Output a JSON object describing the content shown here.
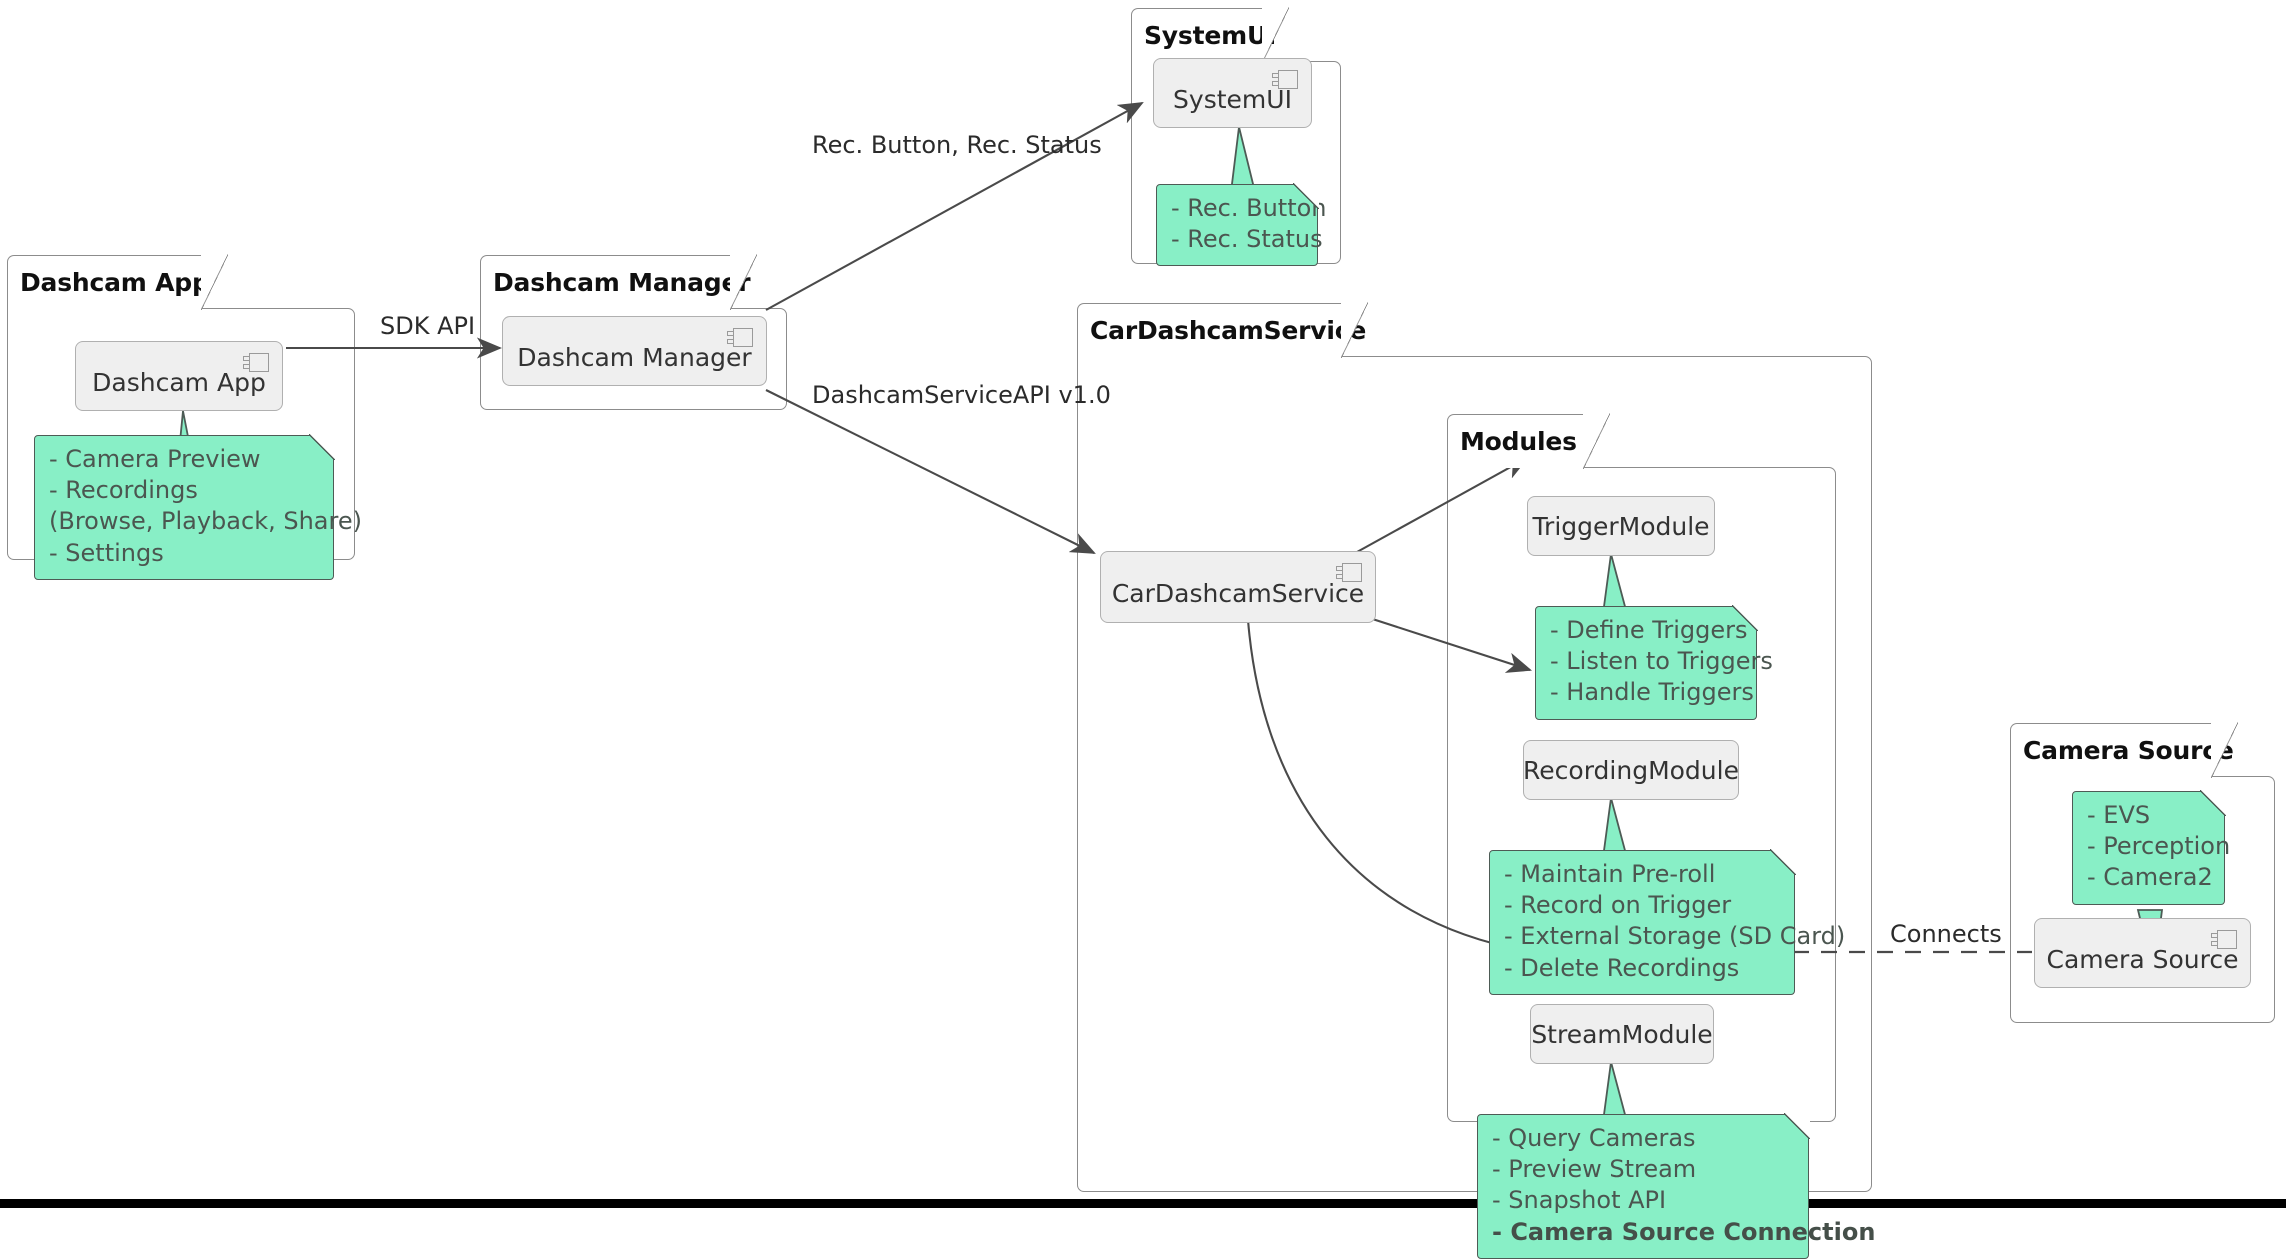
{
  "diagram": {
    "kind": "uml-component-diagram",
    "colors": {
      "note_fill": "#88efc6",
      "note_border": "#4d5b55",
      "component_fill": "#efefef",
      "component_border": "#b0b0b0",
      "package_border": "#8c8c8c",
      "edge": "#4a4a4a",
      "text": "#333333"
    }
  },
  "packages": {
    "dashcam_app": {
      "title": "Dashcam App"
    },
    "dashcam_manager": {
      "title": "Dashcam Manager"
    },
    "system_ui": {
      "title": "SystemUI"
    },
    "car_service": {
      "title": "CarDashcamService"
    },
    "modules": {
      "title": "Modules"
    },
    "camera_source": {
      "title": "Camera Source"
    }
  },
  "components": {
    "dashcam_app": {
      "label": "Dashcam App",
      "icon": "uml-component-icon"
    },
    "dashcam_manager": {
      "label": "Dashcam Manager",
      "icon": "uml-component-icon"
    },
    "system_ui": {
      "label": "SystemUI",
      "icon": "uml-component-icon"
    },
    "car_service": {
      "label": "CarDashcamService",
      "icon": "uml-component-icon"
    },
    "trigger_module": {
      "label": "TriggerModule",
      "icon": "none"
    },
    "recording_module": {
      "label": "RecordingModule",
      "icon": "none"
    },
    "stream_module": {
      "label": "StreamModule",
      "icon": "none"
    },
    "camera_source": {
      "label": "Camera Source",
      "icon": "uml-component-icon"
    }
  },
  "notes": {
    "dashcam_app": {
      "lines": [
        {
          "text": "- Camera Preview",
          "bold": false
        },
        {
          "text": "- Recordings",
          "bold": false
        },
        {
          "text": "  (Browse, Playback, Share)",
          "bold": false
        },
        {
          "text": "- Settings",
          "bold": false
        }
      ]
    },
    "system_ui": {
      "lines": [
        {
          "text": "- Rec. Button",
          "bold": false
        },
        {
          "text": "- Rec. Status",
          "bold": false
        }
      ]
    },
    "trigger_module": {
      "lines": [
        {
          "text": "- Define Triggers",
          "bold": false
        },
        {
          "text": "- Listen to Triggers",
          "bold": false
        },
        {
          "text": "- Handle Triggers",
          "bold": false
        }
      ]
    },
    "recording_module": {
      "lines": [
        {
          "text": "- Maintain Pre-roll",
          "bold": false
        },
        {
          "text": "- Record on Trigger",
          "bold": false
        },
        {
          "text": "- External Storage (SD Card)",
          "bold": false
        },
        {
          "text": "- Delete Recordings",
          "bold": false
        }
      ]
    },
    "stream_module": {
      "lines": [
        {
          "text": "- Query Cameras",
          "bold": false
        },
        {
          "text": "- Preview Stream",
          "bold": false
        },
        {
          "text": "- Snapshot API",
          "bold": false
        },
        {
          "text": "- Camera Source Connection",
          "bold": true
        }
      ]
    },
    "camera_source": {
      "lines": [
        {
          "text": "- EVS",
          "bold": false
        },
        {
          "text": "- Perception",
          "bold": false
        },
        {
          "text": "- Camera2",
          "bold": false
        }
      ]
    }
  },
  "edges": [
    {
      "id": "sdk_api",
      "label": "SDK API",
      "from": "Dashcam App",
      "to": "Dashcam Manager",
      "style": "solid-arrow"
    },
    {
      "id": "rec_button_status",
      "label": "Rec. Button, Rec. Status",
      "from": "Dashcam Manager",
      "to": "SystemUI",
      "style": "solid-arrow"
    },
    {
      "id": "dashcam_service_api",
      "label": "DashcamServiceAPI v1.0",
      "from": "Dashcam Manager",
      "to": "CarDashcamService",
      "style": "solid-arrow"
    },
    {
      "id": "service_trigger",
      "label": "",
      "from": "CarDashcamService",
      "to": "TriggerModule",
      "style": "solid-arrow"
    },
    {
      "id": "service_recording",
      "label": "",
      "from": "CarDashcamService",
      "to": "RecordingModule",
      "style": "solid-arrow"
    },
    {
      "id": "service_stream",
      "label": "",
      "from": "CarDashcamService",
      "to": "StreamModule",
      "style": "solid-arrow-curved"
    },
    {
      "id": "connects",
      "label": "Connects",
      "from": "StreamModule",
      "to": "Camera Source",
      "style": "dashed"
    }
  ]
}
